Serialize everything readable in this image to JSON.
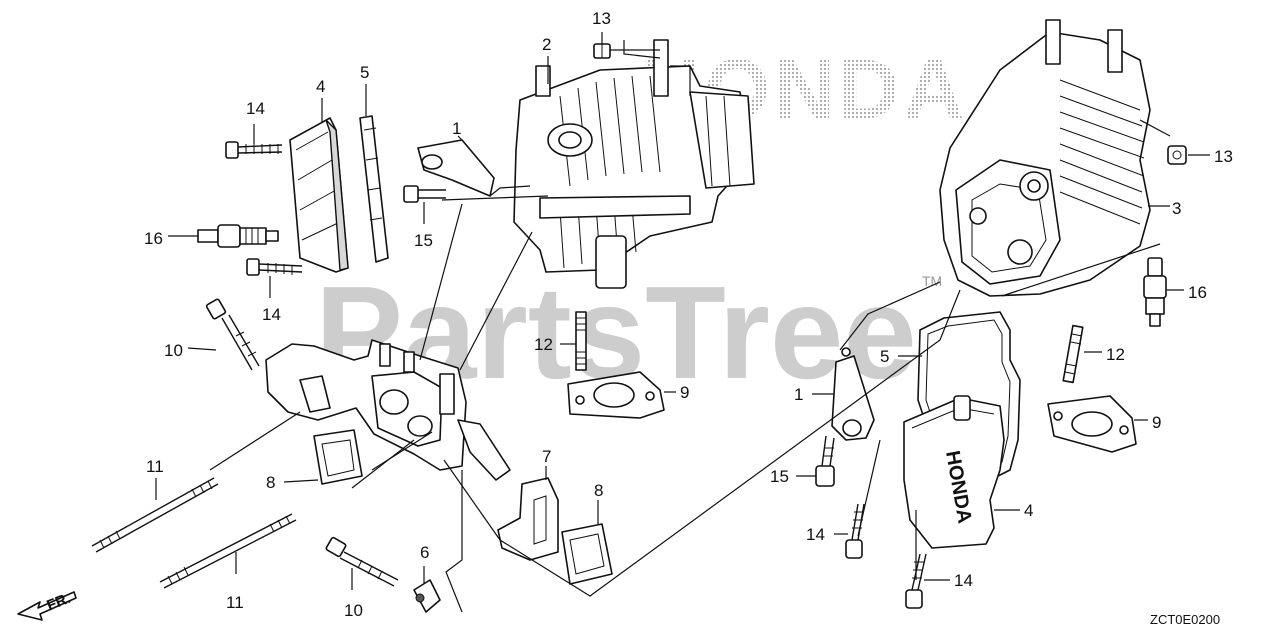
{
  "watermark": {
    "brand": "PartsTree",
    "trademark": "TM"
  },
  "callouts": {
    "c1": "1",
    "c2": "2",
    "c3": "3",
    "c4": "4",
    "c5": "5",
    "c6": "6",
    "c7": "7",
    "c8": "8",
    "c9": "9",
    "c10": "10",
    "c11": "11",
    "c12": "12",
    "c13": "13",
    "c14": "14",
    "c15": "15",
    "c16": "16"
  },
  "direction": {
    "label": "FR."
  },
  "diagram_code": "ZCT0E0200",
  "cover_text": "HONDA",
  "background_logo": "HONDA"
}
